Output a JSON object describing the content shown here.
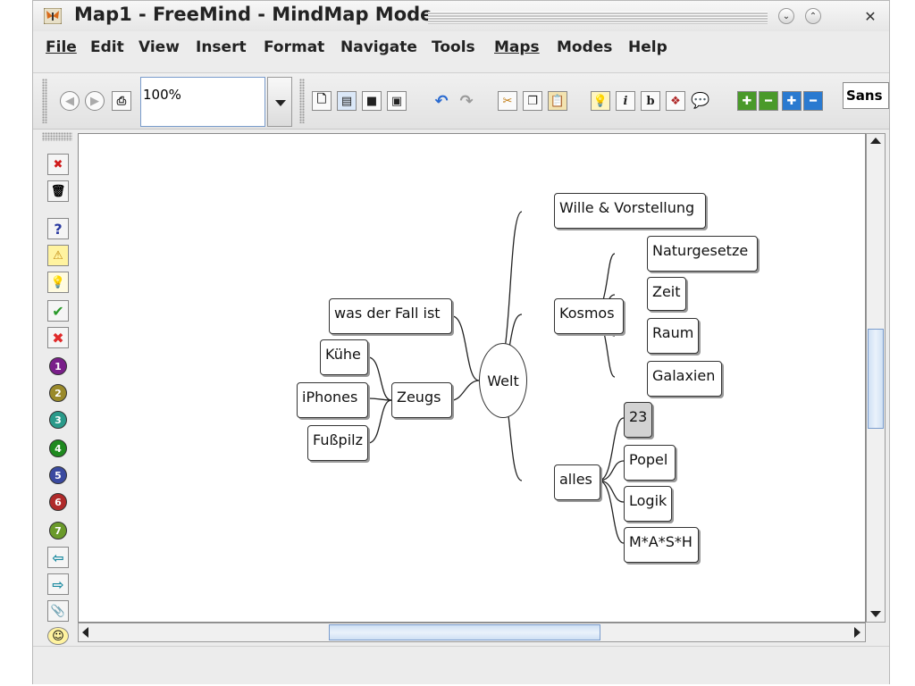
{
  "window": {
    "title": "Map1 - FreeMind - MindMap Mode"
  },
  "menubar": {
    "items": [
      {
        "id": "file",
        "label": "File"
      },
      {
        "id": "edit",
        "label": "Edit"
      },
      {
        "id": "view",
        "label": "View"
      },
      {
        "id": "insert",
        "label": "Insert"
      },
      {
        "id": "format",
        "label": "Format"
      },
      {
        "id": "navigate",
        "label": "Navigate"
      },
      {
        "id": "tools",
        "label": "Tools"
      },
      {
        "id": "maps",
        "label": "Maps"
      },
      {
        "id": "modes",
        "label": "Modes"
      },
      {
        "id": "help",
        "label": "Help"
      }
    ]
  },
  "toolbar": {
    "zoom_value": "100%",
    "font_value": "Sans",
    "icons": [
      "back-icon",
      "forward-icon",
      "print-icon",
      "new-map-icon",
      "open-icon",
      "save-icon",
      "save-as-icon",
      "undo-icon",
      "redo-icon",
      "cut-icon",
      "copy-icon",
      "paste-icon",
      "idea-icon",
      "italic-icon",
      "bold-icon",
      "cloud-icon",
      "edge-icon",
      "increase-font-icon",
      "decrease-font-icon",
      "zoom-in-icon",
      "zoom-out-icon"
    ],
    "italic_label": "i",
    "bold_label": "b"
  },
  "left_toolbar": {
    "icons": [
      "remove-last-icon",
      "remove-all-icon",
      "question-icon",
      "warning-icon",
      "idea-icon",
      "ok-icon",
      "not-ok-icon",
      "priority-1-icon",
      "priority-2-icon",
      "priority-3-icon",
      "priority-4-icon",
      "priority-5-icon",
      "priority-6-icon",
      "priority-7-icon",
      "back-icon",
      "forward-icon",
      "attach-icon",
      "smiley-icon"
    ],
    "priorities": [
      "1",
      "2",
      "3",
      "4",
      "5",
      "6",
      "7"
    ],
    "colors": {
      "p1": "#7a1f8a",
      "p2": "#9a8a2a",
      "p3": "#2a9a8a",
      "p4": "#1f8a1f",
      "p5": "#3a4aa0",
      "p6": "#b02a2a",
      "p7": "#6a9a2a"
    }
  },
  "mindmap": {
    "root": "Welt",
    "nodes": {
      "wille": "Wille & Vorstellung",
      "kosmos": "Kosmos",
      "naturgesetze": "Naturgesetze",
      "zeit": "Zeit",
      "raum": "Raum",
      "galaxien": "Galaxien",
      "alles": "alles",
      "n23": "23",
      "popel": "Popel",
      "logik": "Logik",
      "mash": "M*A*S*H",
      "fall": "was der Fall ist",
      "zeugs": "Zeugs",
      "kuehe": "Kühe",
      "iphones": "iPhones",
      "fusspilz": "Fußpilz"
    }
  }
}
